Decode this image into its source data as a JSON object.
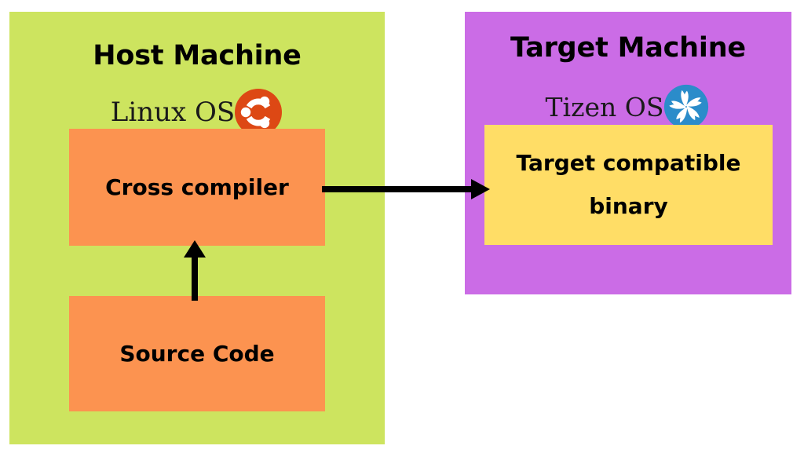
{
  "diagram": {
    "title": "Cross compilation flow: Host Machine to Target Machine",
    "background": "#ffffff",
    "panels": [
      {
        "id": "host",
        "heading": "Host Machine",
        "os_name": "Linux OS",
        "os_logo_icon": "ubuntu-logo-icon",
        "color": "#cde45f",
        "logo_color": "#dd4814",
        "boxes": [
          {
            "id": "cross-compiler",
            "label": "Cross compiler",
            "color": "#fc9350"
          },
          {
            "id": "source-code",
            "label": "Source Code",
            "color": "#fc9350"
          }
        ]
      },
      {
        "id": "target",
        "heading": "Target Machine",
        "os_name": "Tizen OS",
        "os_logo_icon": "tizen-logo-icon",
        "color": "#cb6ce6",
        "logo_color": "#2b8cca",
        "boxes": [
          {
            "id": "target-binary",
            "label_line1": "Target compatible",
            "label_line2": "binary",
            "color": "#ffdd66"
          }
        ]
      }
    ],
    "arrows": [
      {
        "id": "source-to-compiler",
        "icon": "arrow-up-icon",
        "from": "source-code",
        "to": "cross-compiler",
        "color": "#000000"
      },
      {
        "id": "compiler-to-binary",
        "icon": "arrow-right-icon",
        "from": "cross-compiler",
        "to": "target-binary",
        "color": "#000000"
      }
    ]
  }
}
